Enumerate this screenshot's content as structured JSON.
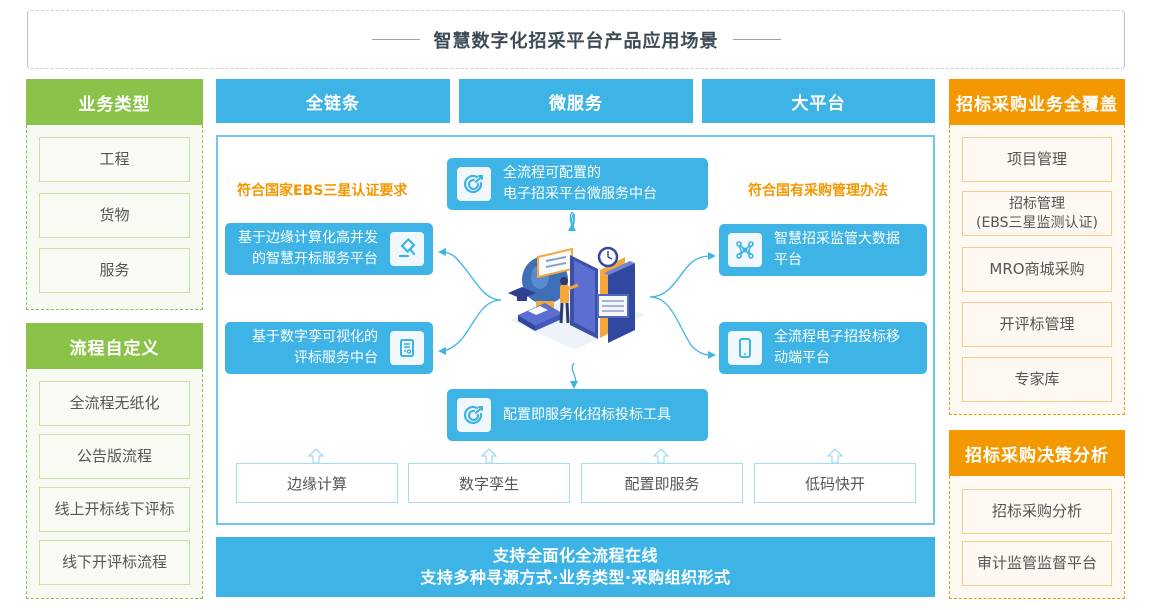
{
  "title": "智慧数字化招采平台产品应用场景",
  "left_column": {
    "sections": [
      {
        "header": "业务类型",
        "items": [
          "工程",
          "货物",
          "服务"
        ]
      },
      {
        "header": "流程自定义",
        "items": [
          "全流程无纸化",
          "公告版流程",
          "线上开标线下评标",
          "线下开评标流程"
        ]
      }
    ]
  },
  "right_column": {
    "sections": [
      {
        "header": "招标采购业务全覆盖",
        "items": [
          "项目管理",
          "招标管理\n(EBS三星监测认证)",
          "MRO商城采购",
          "开评标管理",
          "专家库"
        ]
      },
      {
        "header": "招标采购决策分析",
        "items": [
          "招标采购分析",
          "审计监管监督平台"
        ]
      }
    ]
  },
  "top_tabs": [
    "全链条",
    "微服务",
    "大平台"
  ],
  "center": {
    "caption_left": "符合国家EBS三星认证要求",
    "caption_right": "符合国有采购管理办法",
    "cards": {
      "top": {
        "text": "全流程可配置的\n电子招采平台微服务中台",
        "icon": "rocket-gear-icon"
      },
      "left_1": {
        "text": "基于边缘计算化高并发\n的智慧开标服务平台",
        "icon": "gavel-icon"
      },
      "left_2": {
        "text": "基于数字孪可视化的\n评标服务中台",
        "icon": "document-icon"
      },
      "right_1": {
        "text": "智慧招采监管大数据\n平台",
        "icon": "network-nodes-icon"
      },
      "right_2": {
        "text": "全流程电子招投标移\n动端平台",
        "icon": "mobile-phone-icon"
      },
      "bottom": {
        "text": "配置即服务化招标投标工具",
        "icon": "rocket-gear-icon"
      }
    },
    "illustration": "isometric-education-illustration",
    "tech_boxes": [
      "边缘计算",
      "数字孪生",
      "配置即服务",
      "低码快开"
    ]
  },
  "bottom_banner": {
    "line1": "支持全面化全流程在线",
    "line2": "支持多种寻源方式·业务类型·采购组织形式"
  },
  "colors": {
    "green": "#8bc34a",
    "orange": "#f39800",
    "blue": "#3db4e5",
    "frame_blue": "#6fc7ec"
  }
}
